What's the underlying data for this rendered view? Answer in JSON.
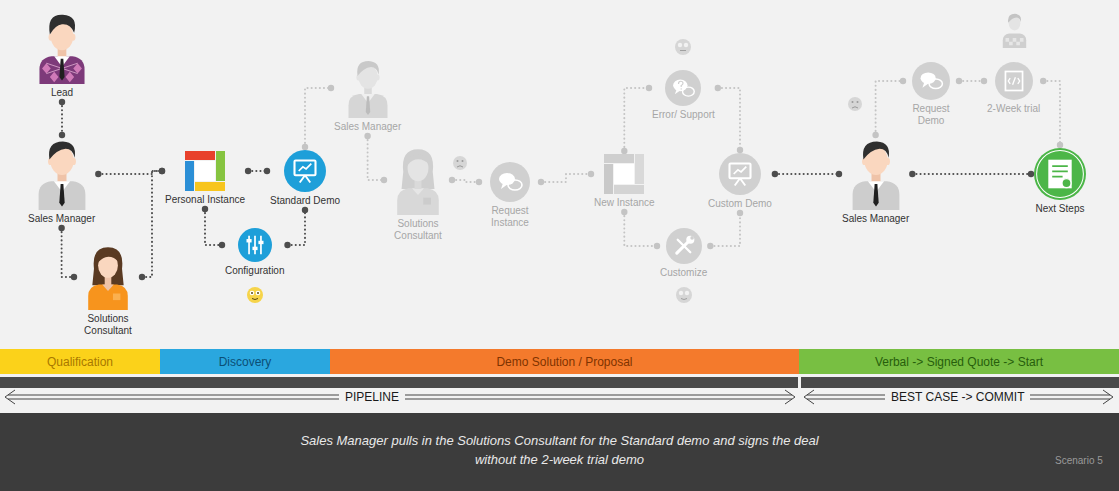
{
  "diagram": {
    "caption": "Sales Manager pulls in the Solutions Consultant for the Standard demo and signs the deal without the 2-week trial demo",
    "nodes": [
      {
        "text": [
          "Lead"
        ]
      },
      {
        "text": [
          "Sales Manager"
        ]
      },
      {
        "text": [
          "Solutions Consultant"
        ]
      },
      {
        "text": [
          "Personal Instance"
        ]
      },
      {
        "text": [
          "Standard Demo"
        ]
      },
      {
        "text": [
          "Configuration"
        ]
      },
      {
        "text": [
          "Sales Manager"
        ]
      },
      {
        "text": [
          "Solutions Consultant"
        ]
      },
      {
        "text": [
          "Request Instance"
        ]
      },
      {
        "text": [
          "Error/ Support"
        ]
      },
      {
        "text": [
          "New Instance"
        ]
      },
      {
        "text": [
          "Custom Demo"
        ]
      },
      {
        "text": [
          "Customize"
        ]
      },
      {
        "text": [
          "Request Demo"
        ]
      },
      {
        "text": [
          "2-Week trial"
        ]
      },
      {
        "text": [
          "Sales Manager"
        ]
      },
      {
        "text": [
          "Next Steps"
        ]
      },
      {
        "text": [
          "Qualification"
        ]
      },
      {
        "text": [
          "Discovery"
        ]
      },
      {
        "text": [
          "Demo Solution / Proposal"
        ]
      },
      {
        "text": [
          "Verbal -> Signed Quote -> Start"
        ]
      }
    ],
    "edges": [
      {
        "from": 0,
        "to": 1,
        "arrow": "none"
      },
      {
        "from": 1,
        "to": 2,
        "arrow": "none"
      },
      {
        "from": 1,
        "to": 3,
        "arrow": "none"
      },
      {
        "from": 2,
        "to": 3,
        "arrow": "none"
      },
      {
        "from": 3,
        "to": 4,
        "arrow": "none"
      },
      {
        "from": 3,
        "to": 5,
        "arrow": "none"
      },
      {
        "from": 5,
        "to": 4,
        "arrow": "none"
      },
      {
        "from": 4,
        "to": 6,
        "arrow": "none"
      },
      {
        "from": 6,
        "to": 7,
        "arrow": "none"
      },
      {
        "from": 7,
        "to": 8,
        "arrow": "none"
      },
      {
        "from": 8,
        "to": 10,
        "arrow": "none"
      },
      {
        "from": 10,
        "to": 9,
        "arrow": "none"
      },
      {
        "from": 9,
        "to": 11,
        "arrow": "none"
      },
      {
        "from": 10,
        "to": 12,
        "arrow": "none"
      },
      {
        "from": 12,
        "to": 11,
        "arrow": "none"
      },
      {
        "from": 11,
        "to": 15,
        "arrow": "none"
      },
      {
        "from": 15,
        "to": 13,
        "arrow": "none"
      },
      {
        "from": 13,
        "to": 14,
        "arrow": "none"
      },
      {
        "from": 14,
        "to": 16,
        "arrow": "none"
      },
      {
        "from": 15,
        "to": 16,
        "arrow": "none"
      }
    ],
    "labels": [
      "PIPELINE",
      "BEST CASE -> COMMIT",
      "Scenario 5"
    ]
  }
}
